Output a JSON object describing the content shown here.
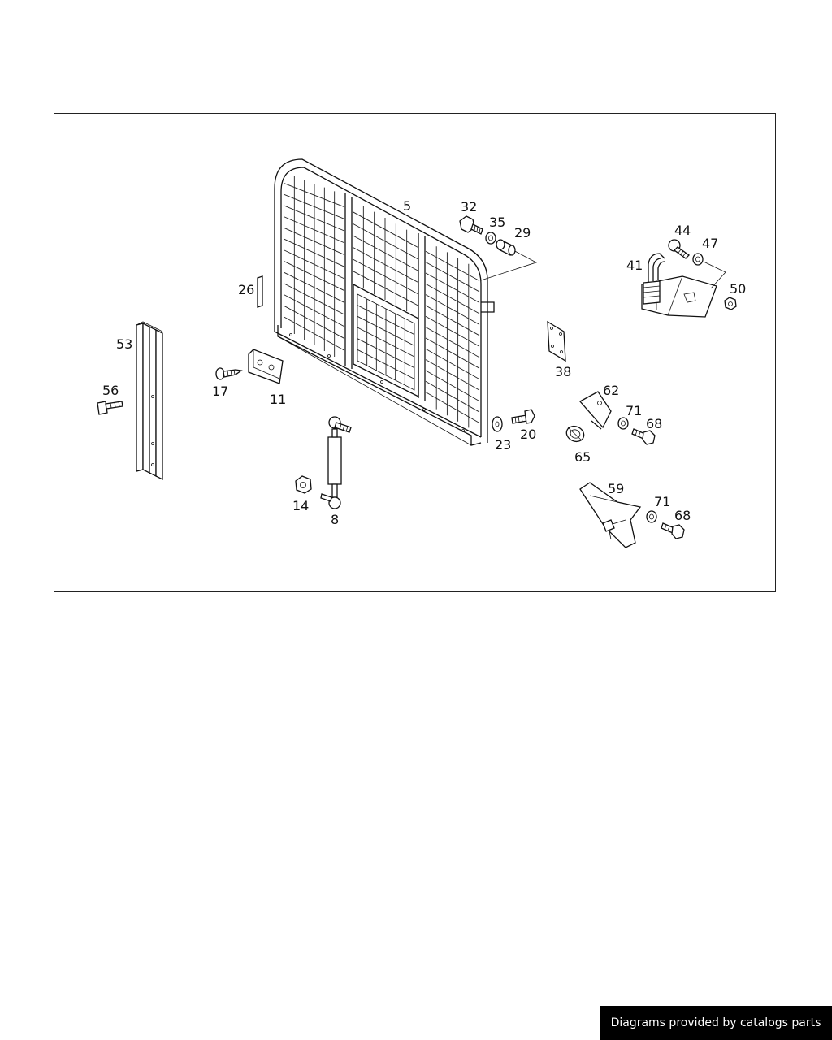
{
  "diagram": {
    "callouts": {
      "5": "5",
      "32": "32",
      "35": "35",
      "29": "29",
      "44": "44",
      "47": "47",
      "41": "41",
      "50": "50",
      "26": "26",
      "38": "38",
      "53": "53",
      "56": "56",
      "17": "17",
      "11": "11",
      "62": "62",
      "71a": "71",
      "68a": "68",
      "23": "23",
      "20": "20",
      "65": "65",
      "14": "14",
      "8": "8",
      "59": "59",
      "71b": "71",
      "68b": "68"
    }
  },
  "footer": {
    "credit": "Diagrams provided by catalogs parts"
  }
}
